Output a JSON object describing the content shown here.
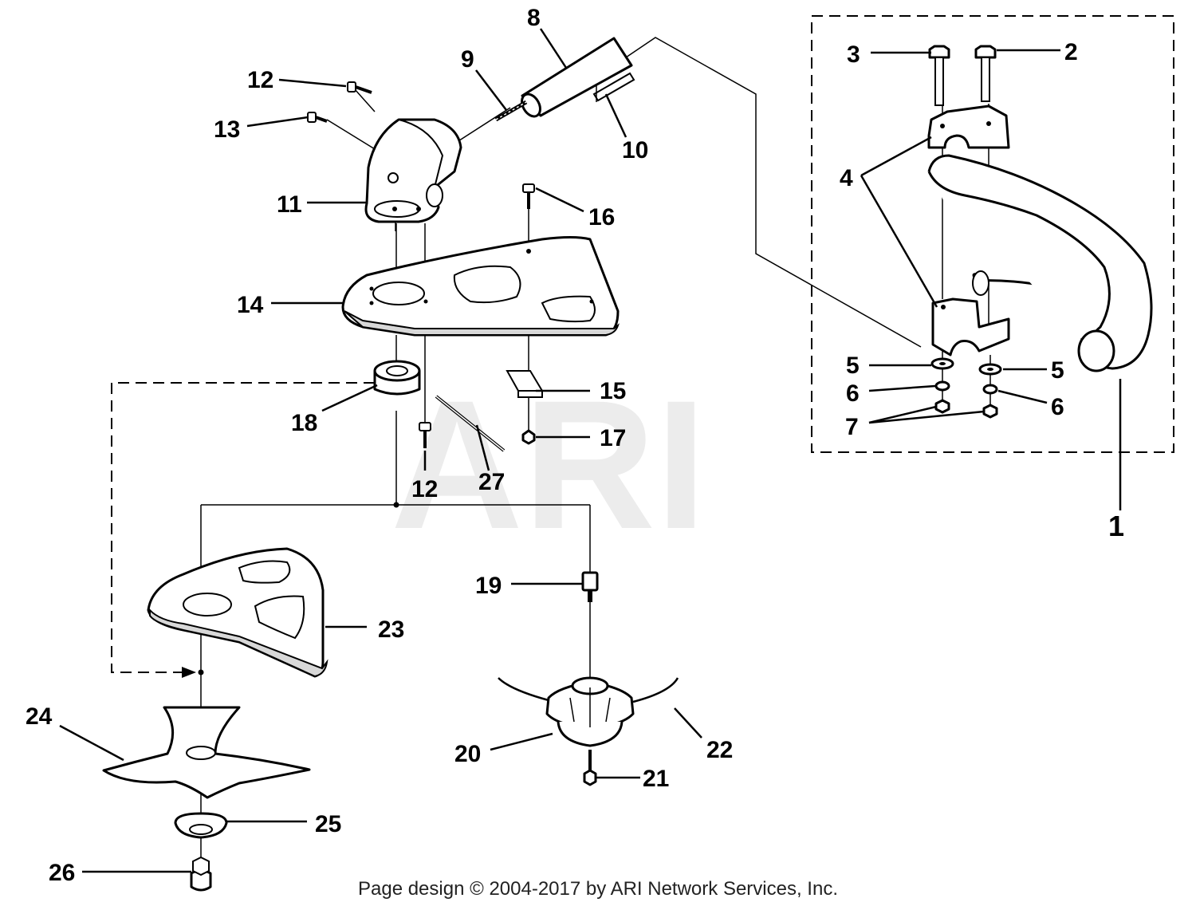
{
  "watermark": "ARI",
  "footer": "Page design © 2004-2017 by ARI Network Services, Inc.",
  "callouts": {
    "c1": "1",
    "c2": "2",
    "c3": "3",
    "c4": "4",
    "c5a": "5",
    "c5b": "5",
    "c6a": "6",
    "c6b": "6",
    "c7": "7",
    "c8": "8",
    "c9": "9",
    "c10": "10",
    "c11": "11",
    "c12a": "12",
    "c12b": "12",
    "c13": "13",
    "c14": "14",
    "c15": "15",
    "c16": "16",
    "c17": "17",
    "c18": "18",
    "c19": "19",
    "c20": "20",
    "c21": "21",
    "c22": "22",
    "c23": "23",
    "c24": "24",
    "c25": "25",
    "c26": "26",
    "c27": "27"
  }
}
